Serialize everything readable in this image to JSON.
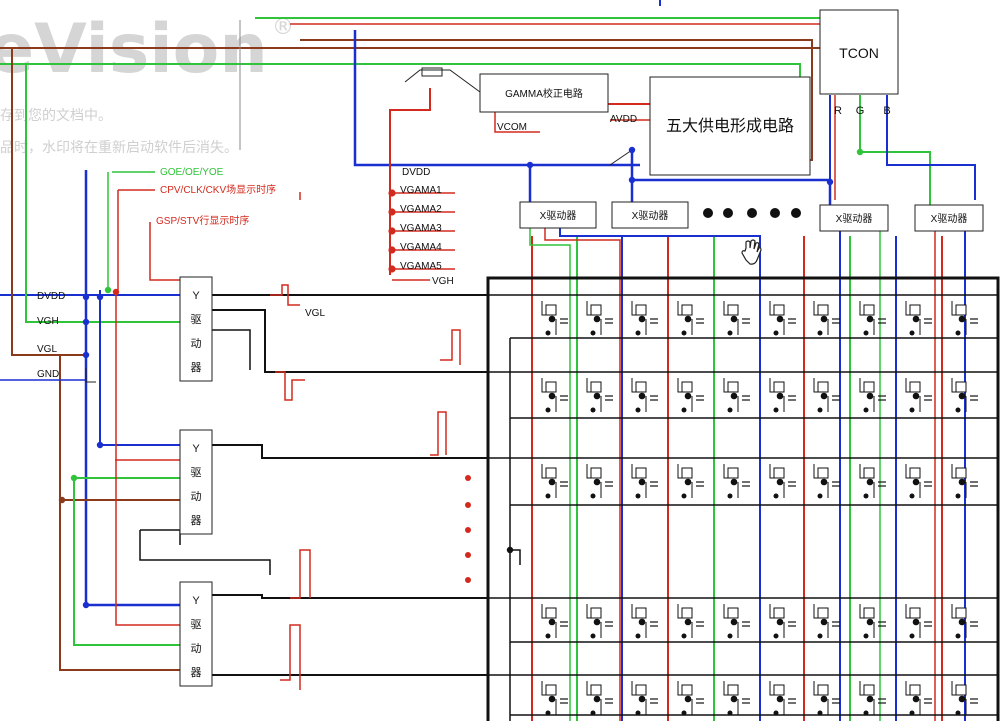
{
  "watermark": {
    "logo": "eVision",
    "reg_mark": "®",
    "line1": "存到您的文档中。",
    "line2": "品时，水印将在重新启动软件后消失。"
  },
  "blocks": {
    "tcon": "TCON",
    "gamma": "GAMMA校正电路",
    "power": "五大供电形成电路",
    "x_driver": "X驱动器",
    "y_driver_chars": [
      "Y",
      "驱",
      "动",
      "器"
    ]
  },
  "rgb_labels": [
    "R",
    "G",
    "B"
  ],
  "net_labels": {
    "vcom": "VCOM",
    "avdd": "AVDD",
    "dvdd": "DVDD",
    "vgh": "VGH",
    "vgl": "VGL",
    "gnd": "GND",
    "vgl_pulse": "VGL"
  },
  "vgama": [
    "VGAMA1",
    "VGAMA2",
    "VGAMA3",
    "VGAMA4",
    "VGAMA5"
  ],
  "control_signals": {
    "goe": "GOE/OE/YOE",
    "cpv": "CPV/CLK/CKV场显示时序",
    "gsp": "GSP/STV行显示时序"
  },
  "colors": {
    "red": "#d42a1e",
    "green": "#2fc43a",
    "blue": "#1a2fd0",
    "brown": "#8b3a1c",
    "black": "#111111",
    "watermark": "#d0d0d0"
  }
}
